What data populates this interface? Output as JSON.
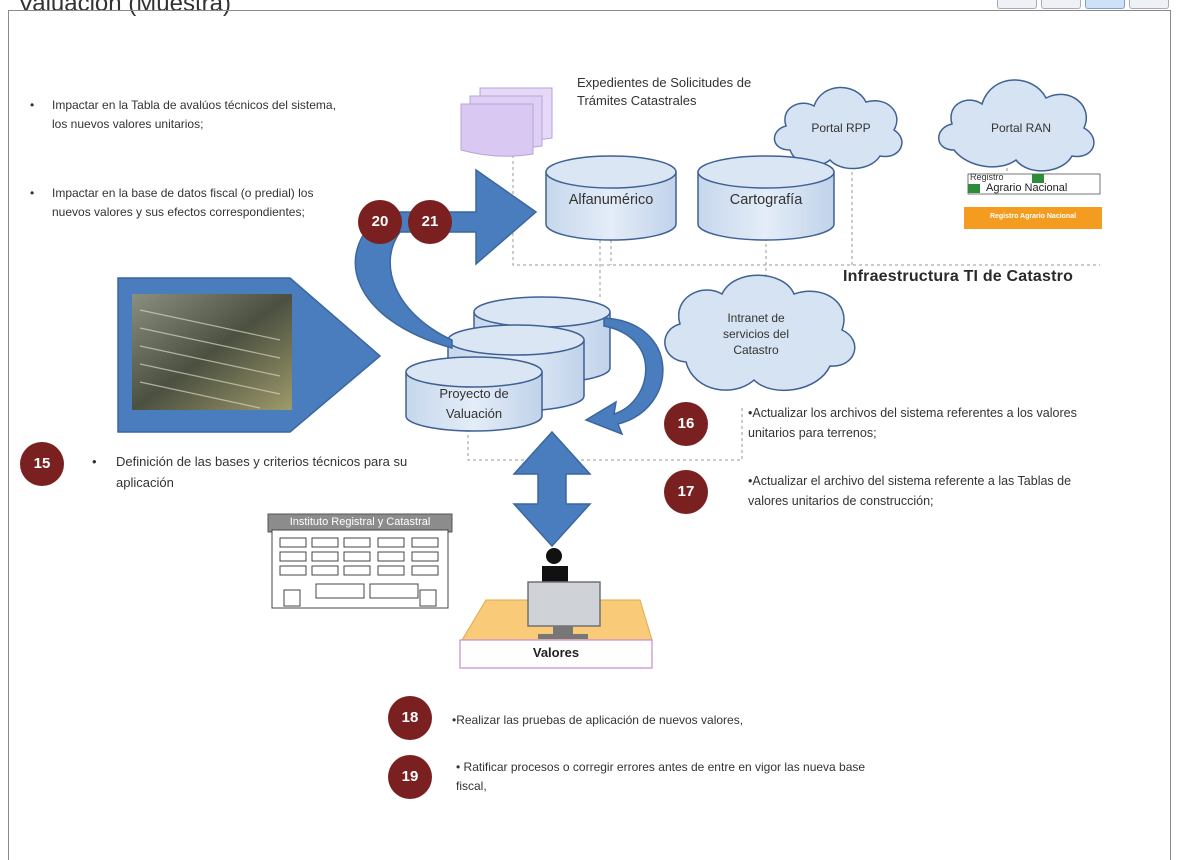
{
  "header": {
    "title": "Valuación (Muestra)"
  },
  "bullets_top_left": [
    "Impactar en la Tabla de avalúos técnicos del sistema, los nuevos valores unitarios;",
    "Impactar en la base de datos fiscal (o predial) los nuevos valores y sus efectos correspondientes;"
  ],
  "documents_label": "Expedientes de Solicitudes de Trámites Catastrales",
  "clouds": {
    "rpp": "Portal RPP",
    "ran": "Portal RAN",
    "intranet": "Intranet de servicios del Catastro"
  },
  "databases": {
    "alfanumerico": "Alfanumérico",
    "cartografia": "Cartografía",
    "proyecto": "Proyecto de Valuación"
  },
  "ran_logo": {
    "line1": "Registro",
    "line2": "Agrario Nacional",
    "banner": "Registro Agrario Nacional"
  },
  "infra_label": "Infraestructura TI de Catastro",
  "building_label": "Instituto Registral y Catastral",
  "desk_label": "Valores",
  "steps": [
    {
      "num": "15",
      "text": "Definición de las bases y criterios técnicos para su aplicación"
    },
    {
      "num": "16",
      "text": "•Actualizar los archivos del sistema referentes a los valores unitarios para terrenos;"
    },
    {
      "num": "17",
      "text": "•Actualizar el archivo del sistema referente a las Tablas de valores unitarios de construcción;"
    },
    {
      "num": "18",
      "text": "•Realizar las pruebas de aplicación de nuevos valores,"
    },
    {
      "num": "19",
      "text": "• Ratificar procesos o corregir errores antes de entre en vigor las nueva base fiscal,"
    },
    {
      "num": "20",
      "text": ""
    },
    {
      "num": "21",
      "text": ""
    }
  ],
  "colors": {
    "accent_blue": "#4a7dbd",
    "cylinder_fill": "#d6e3f2",
    "cylinder_stroke": "#3f6193",
    "badge": "#7b2020",
    "desk": "#f9cb78",
    "doc": "#d9c8f2"
  }
}
